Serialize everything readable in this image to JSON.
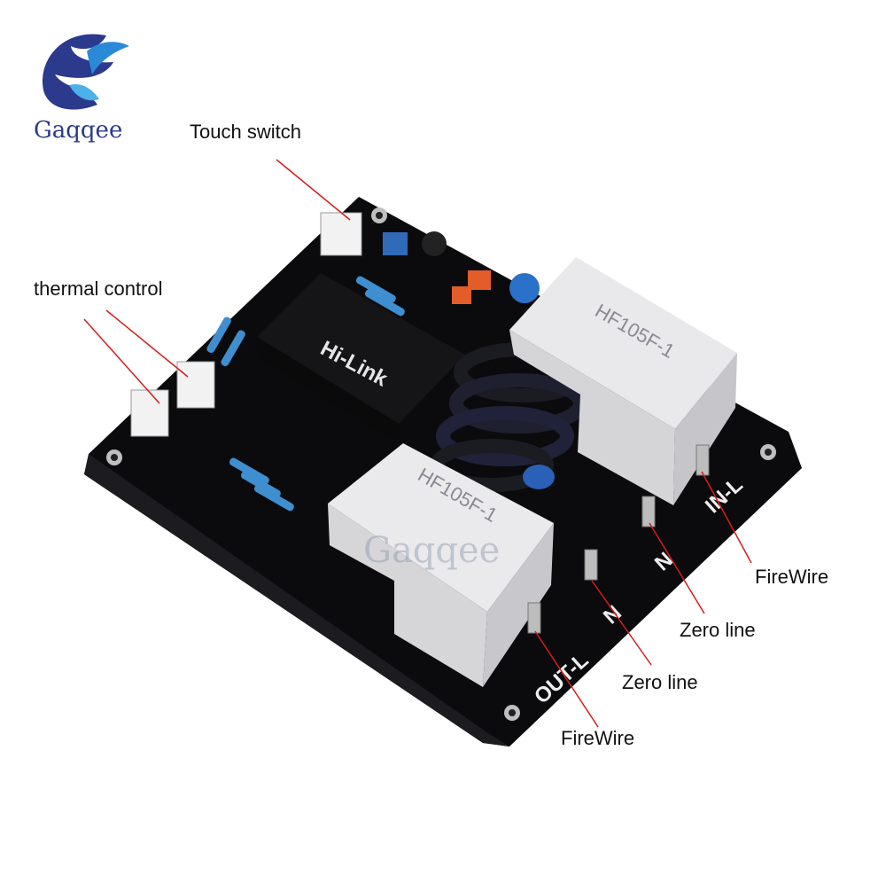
{
  "brand": {
    "logo_text": "Gaqqee",
    "watermark_text": "Gaqqee"
  },
  "callouts": {
    "touch_switch": "Touch switch",
    "thermal_control": "thermal control",
    "firewire_in": "FireWire",
    "zero_line_in": "Zero line",
    "zero_line_out": "Zero line",
    "firewire_out": "FireWire"
  },
  "board": {
    "relay_model": "HF105F-1",
    "power_module_brand": "Hi-Link",
    "terminal_in_l": "IN-L",
    "terminal_out_l": "OUT-L",
    "terminal_n": "N"
  },
  "colors": {
    "pcb": "#0b0b0d",
    "relay": "#e9e9ec",
    "callout_line": "#d61c1c",
    "logo_blue": "#2b3a8c"
  }
}
